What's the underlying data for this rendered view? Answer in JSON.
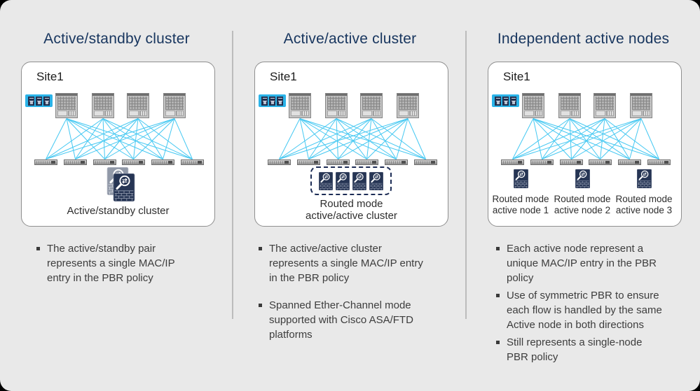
{
  "colors": {
    "background": "#e9e9e9",
    "page_behind": "#000000",
    "title": "#17355e",
    "text": "#3d3d3d",
    "link": "#45c8f2",
    "apic": "#2bb3e8",
    "firewall": "#263554",
    "divider": "#bcbcbc"
  },
  "icons": {
    "apic": "apic-controller-cluster-icon",
    "spine": "spine-switch-icon",
    "leaf": "leaf-switch-icon",
    "firewall": "firewall-ftd-icon"
  },
  "panels": [
    {
      "title": "Active/standby cluster",
      "site_label": "Site1",
      "caption_lines": [
        "Active/standby cluster"
      ],
      "bullets": [
        "The active/standby pair represents a single MAC/IP entry in the PBR policy"
      ]
    },
    {
      "title": "Active/active cluster",
      "site_label": "Site1",
      "caption_lines": [
        "Routed mode",
        "active/active cluster"
      ],
      "bullets": [
        "The active/active cluster represents a single MAC/IP entry in the PBR policy",
        "Spanned Ether-Channel mode supported with Cisco ASA/FTD platforms"
      ]
    },
    {
      "title": "Independent active nodes",
      "site_label": "Site1",
      "nodes": [
        {
          "line1": "Routed mode",
          "line2": "active node 1"
        },
        {
          "line1": "Routed mode",
          "line2": "active node 2"
        },
        {
          "line1": "Routed mode",
          "line2": "active node 3"
        }
      ],
      "bullets": [
        "Each active node represent a unique MAC/IP entry in the PBR policy",
        "Use of symmetric PBR to ensure each flow is handled by the same Active node in both directions",
        "Still represents a single-node PBR policy"
      ]
    }
  ]
}
